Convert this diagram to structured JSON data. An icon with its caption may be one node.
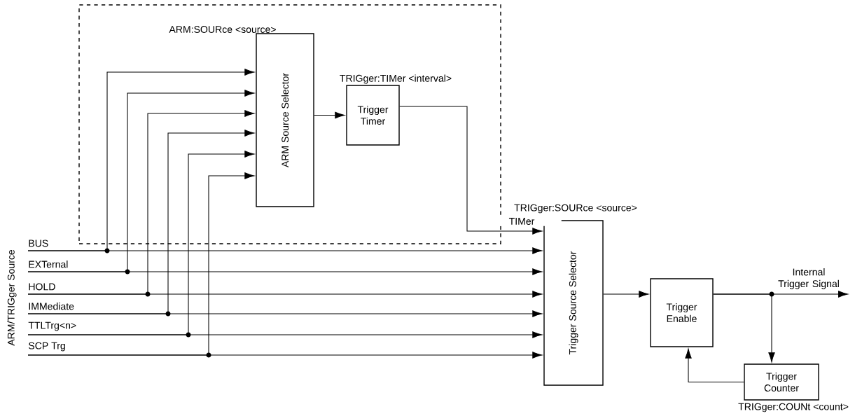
{
  "diagram": {
    "nodes": [
      {
        "text": [],
        "shape": "box"
      },
      {
        "text": [
          "ARM Source Selector"
        ],
        "in": 0,
        "beside": [
          "ARM:SOURce  <source>"
        ]
      },
      {
        "text": [
          "Trigger Timer"
        ],
        "in": 0,
        "beside": [
          "TRIGger:TIMer  <interval>"
        ]
      },
      {
        "text": [
          "Trigger Source Selector"
        ],
        "beside": [
          "TRIGger:SOURce  <source>"
        ]
      },
      {
        "text": [
          "Trigger Enable"
        ]
      },
      {
        "text": [
          "Trigger Counter"
        ],
        "beside": [
          "TRIGger:COUNt  <count>"
        ]
      },
      {
        "text": [
          "BUS"
        ]
      },
      {
        "text": [
          "EXTernal"
        ]
      },
      {
        "text": [
          "HOLD"
        ]
      },
      {
        "text": [
          "IMMediate"
        ]
      },
      {
        "text": [
          "TTLTrg<n>"
        ]
      },
      {
        "text": [
          "SCP Trg"
        ]
      }
    ],
    "edges": [
      {
        "from": 6,
        "to": 3,
        "arrow": "to"
      },
      {
        "from": 6,
        "to": 1,
        "arrow": "to"
      },
      {
        "from": 7,
        "to": 3,
        "arrow": "to"
      },
      {
        "from": 7,
        "to": 1,
        "arrow": "to"
      },
      {
        "from": 8,
        "to": 3,
        "arrow": "to"
      },
      {
        "from": 8,
        "to": 1,
        "arrow": "to"
      },
      {
        "from": 9,
        "to": 3,
        "arrow": "to"
      },
      {
        "from": 9,
        "to": 1,
        "arrow": "to"
      },
      {
        "from": 10,
        "to": 3,
        "arrow": "to"
      },
      {
        "from": 10,
        "to": 1,
        "arrow": "to"
      },
      {
        "from": 11,
        "to": 3,
        "arrow": "to"
      },
      {
        "from": 11,
        "to": 1,
        "arrow": "to"
      },
      {
        "from": 1,
        "to": 2,
        "arrow": "to"
      },
      {
        "from": 2,
        "to": 3,
        "arrow": "to",
        "label": "TIMer"
      },
      {
        "from": 3,
        "to": 4,
        "arrow": "to"
      },
      {
        "from": 4,
        "to": null,
        "arrow": "to",
        "label": "Internal Trigger Signal"
      },
      {
        "from": 4,
        "to": 5,
        "arrow": "to"
      },
      {
        "from": 5,
        "to": 4,
        "arrow": "to"
      }
    ],
    "labels": [
      "ARM/TRIGger Source"
    ]
  }
}
